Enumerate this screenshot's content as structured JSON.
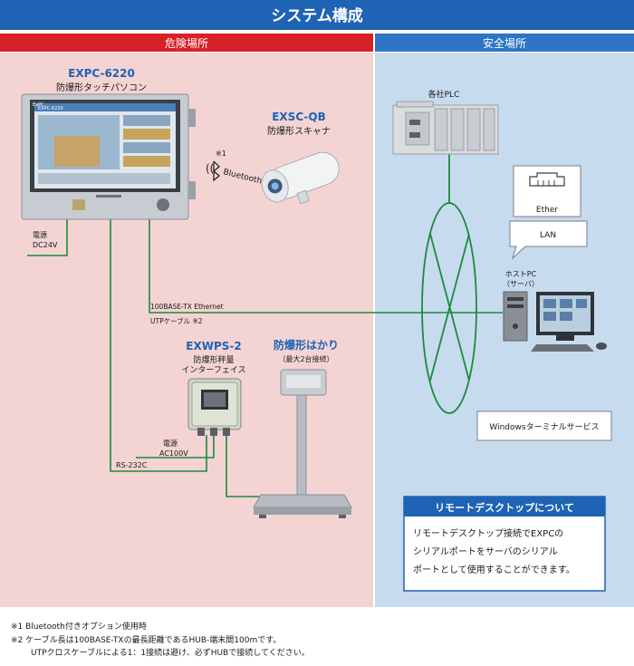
{
  "title": "システム構成",
  "zones": {
    "hazardous": "危険場所",
    "safe": "安全場所"
  },
  "devices": {
    "pc": {
      "model": "EXPC-6220",
      "name": "防爆形タッチパソコン",
      "screen_label": "EXPC-6220",
      "brand": "ExPC"
    },
    "scanner": {
      "model": "EXSC-QB",
      "name": "防爆形スキャナ"
    },
    "plc": {
      "name": "各社PLC"
    },
    "host": {
      "name": "ホストPC",
      "sub": "（サーバ）"
    },
    "interface": {
      "model": "EXWPS-2",
      "name1": "防爆形秤量",
      "name2": "インターフェイス"
    },
    "scale": {
      "name": "防爆形はかり",
      "sub": "（最大2台接続）"
    }
  },
  "labels": {
    "bluetooth_note": "※1",
    "bluetooth": "Bluetooth",
    "ether": "Ether",
    "lan": "LAN",
    "power_pc_1": "電源",
    "power_pc_2": "DC24V",
    "ethernet_1": "100BASE-TX Ethernet",
    "ethernet_2": "UTPケーブル ※2",
    "power_if_1": "電源",
    "power_if_2": "AC100V",
    "rs232c": "RS-232C",
    "windows_service": "Windowsターミナルサービス"
  },
  "remote_desktop": {
    "heading": "リモートデスクトップについて",
    "lines": [
      "リモートデスクトップ接続でEXPCの",
      "シリアルポートをサーバのシリアル",
      "ポートとして使用することができます。"
    ]
  },
  "footnotes": [
    "※1 Bluetooth付きオプション使用時",
    "※2 ケーブル長は100BASE-TXの最長距離であるHUB-端末間100mです。",
    "UTPクロスケーブルによる1：1接続は避け、必ずHUBで接続してください。"
  ],
  "colors": {
    "title_bg": "#1e63b4",
    "hazard_header": "#d92027",
    "hazard_bg": "#f4d3d3",
    "safe_header": "#2e75c6",
    "safe_bg": "#c7dbee",
    "line_green": "#1c8a3e",
    "note_heading": "#1e63b4"
  }
}
